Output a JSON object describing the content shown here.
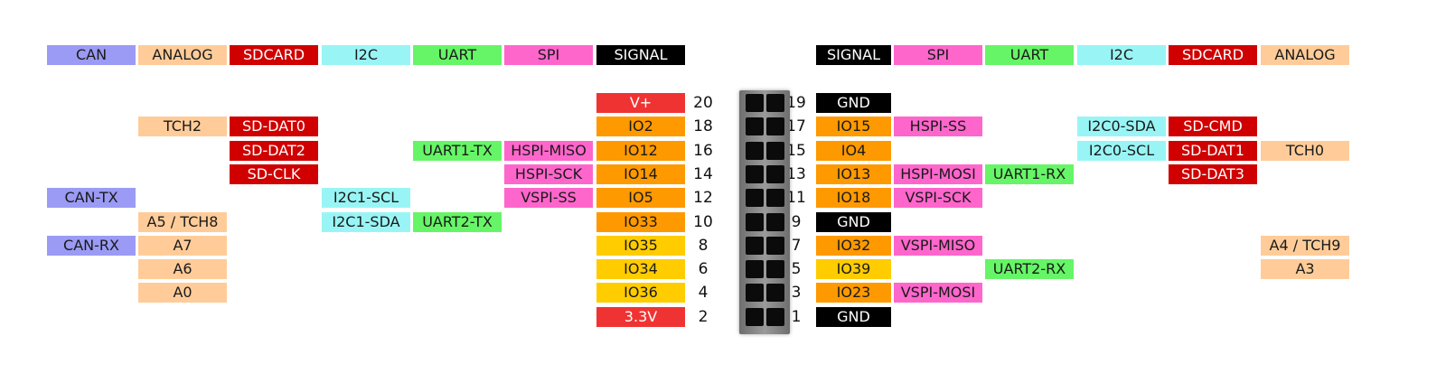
{
  "colors": {
    "CAN": {
      "bg": "#9b9bf5",
      "fg": "#1a1a1a"
    },
    "ANALOG": {
      "bg": "#ffcc99",
      "fg": "#1a1a1a"
    },
    "SDCARD": {
      "bg": "#d00000",
      "fg": "#ffffff"
    },
    "I2C": {
      "bg": "#99f5f5",
      "fg": "#1a1a1a"
    },
    "UART": {
      "bg": "#66f566",
      "fg": "#1a1a1a"
    },
    "SPI": {
      "bg": "#ff66cc",
      "fg": "#1a1a1a"
    },
    "SIGNAL": {
      "bg": "#000000",
      "fg": "#ffffff"
    },
    "PWR": {
      "bg": "#ef3333",
      "fg": "#ffffff"
    },
    "GND": {
      "bg": "#000000",
      "fg": "#ffffff"
    },
    "IO": {
      "bg": "#ff9900",
      "fg": "#1a1a1a"
    },
    "IN": {
      "bg": "#ffcc00",
      "fg": "#1a1a1a"
    }
  },
  "left_headers": [
    "CAN",
    "ANALOG",
    "SDCARD",
    "I2C",
    "UART",
    "SPI",
    "SIGNAL"
  ],
  "right_headers": [
    "SIGNAL",
    "SPI",
    "UART",
    "I2C",
    "SDCARD",
    "ANALOG"
  ],
  "rows": [
    {
      "left_pin": "20",
      "right_pin": "19",
      "left": {
        "signal": {
          "text": "V+",
          "type": "PWR"
        }
      },
      "right": {
        "signal": {
          "text": "GND",
          "type": "GND"
        }
      }
    },
    {
      "left_pin": "18",
      "right_pin": "17",
      "left": {
        "analog": "TCH2",
        "sdcard": "SD-DAT0",
        "signal": {
          "text": "IO2",
          "type": "IO"
        }
      },
      "right": {
        "signal": {
          "text": "IO15",
          "type": "IO"
        },
        "spi": "HSPI-SS",
        "i2c": "I2C0-SDA",
        "sdcard": "SD-CMD"
      }
    },
    {
      "left_pin": "16",
      "right_pin": "15",
      "left": {
        "sdcard": "SD-DAT2",
        "uart": "UART1-TX",
        "spi": "HSPI-MISO",
        "signal": {
          "text": "IO12",
          "type": "IO"
        }
      },
      "right": {
        "signal": {
          "text": "IO4",
          "type": "IO"
        },
        "i2c": "I2C0-SCL",
        "sdcard": "SD-DAT1",
        "analog": "TCH0"
      }
    },
    {
      "left_pin": "14",
      "right_pin": "13",
      "left": {
        "sdcard": "SD-CLK",
        "spi": "HSPI-SCK",
        "signal": {
          "text": "IO14",
          "type": "IO"
        }
      },
      "right": {
        "signal": {
          "text": "IO13",
          "type": "IO"
        },
        "spi": "HSPI-MOSI",
        "uart": "UART1-RX",
        "sdcard": "SD-DAT3"
      }
    },
    {
      "left_pin": "12",
      "right_pin": "11",
      "left": {
        "can": "CAN-TX",
        "i2c": "I2C1-SCL",
        "spi": "VSPI-SS",
        "signal": {
          "text": "IO5",
          "type": "IO"
        }
      },
      "right": {
        "signal": {
          "text": "IO18",
          "type": "IO"
        },
        "spi": "VSPI-SCK"
      }
    },
    {
      "left_pin": "10",
      "right_pin": "9",
      "left": {
        "analog": "A5 / TCH8",
        "i2c": "I2C1-SDA",
        "uart": "UART2-TX",
        "signal": {
          "text": "IO33",
          "type": "IO"
        }
      },
      "right": {
        "signal": {
          "text": "GND",
          "type": "GND"
        }
      }
    },
    {
      "left_pin": "8",
      "right_pin": "7",
      "left": {
        "can": "CAN-RX",
        "analog": "A7",
        "signal": {
          "text": "IO35",
          "type": "IN"
        }
      },
      "right": {
        "signal": {
          "text": "IO32",
          "type": "IO"
        },
        "spi": "VSPI-MISO",
        "analog": "A4 / TCH9"
      }
    },
    {
      "left_pin": "6",
      "right_pin": "5",
      "left": {
        "analog": "A6",
        "signal": {
          "text": "IO34",
          "type": "IN"
        }
      },
      "right": {
        "signal": {
          "text": "IO39",
          "type": "IN"
        },
        "uart": "UART2-RX",
        "analog": "A3"
      }
    },
    {
      "left_pin": "4",
      "right_pin": "3",
      "left": {
        "analog": "A0",
        "signal": {
          "text": "IO36",
          "type": "IN"
        }
      },
      "right": {
        "signal": {
          "text": "IO23",
          "type": "IO"
        },
        "spi": "VSPI-MOSI"
      }
    },
    {
      "left_pin": "2",
      "right_pin": "1",
      "left": {
        "signal": {
          "text": "3.3V",
          "type": "PWR"
        }
      },
      "right": {
        "signal": {
          "text": "GND",
          "type": "GND"
        }
      }
    }
  ]
}
